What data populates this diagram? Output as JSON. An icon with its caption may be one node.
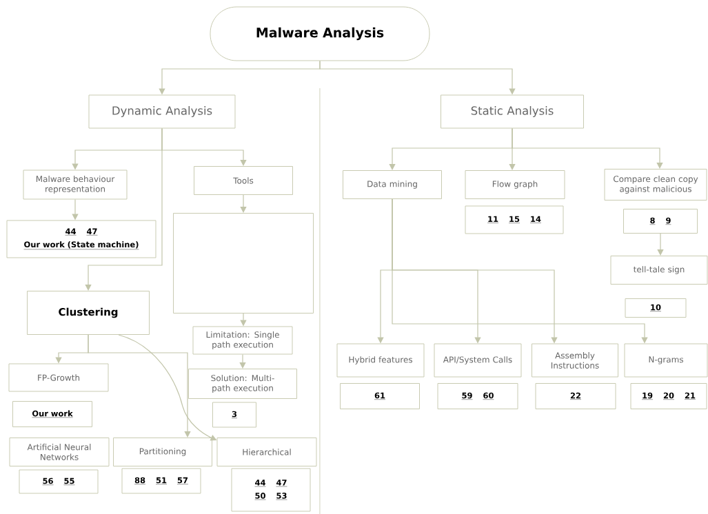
{
  "diagram": {
    "nodes": [
      {
        "text": [
          "Malware Analysis"
        ]
      },
      {
        "text": [
          "Dynamic Analysis"
        ]
      },
      {
        "text": [
          "Static Analysis"
        ]
      },
      {
        "text": [
          "Malware behaviour representation"
        ]
      },
      {
        "text": [
          "Tools"
        ]
      },
      {
        "text": [
          "44",
          "47",
          "Our work (State machine)"
        ]
      },
      {
        "text": [],
        "shape": "box"
      },
      {
        "text": [
          "Clustering"
        ]
      },
      {
        "text": [
          "Limitation: Single path execution"
        ]
      },
      {
        "text": [
          "Solution: Multi-path execution"
        ]
      },
      {
        "text": [
          "3"
        ]
      },
      {
        "text": [
          "FP-Growth"
        ]
      },
      {
        "text": [
          "Our work"
        ]
      },
      {
        "text": [
          "Artificial Neural Networks"
        ]
      },
      {
        "text": [
          "56",
          "55"
        ]
      },
      {
        "text": [
          "Partitioning"
        ]
      },
      {
        "text": [
          "88",
          "51",
          "57"
        ]
      },
      {
        "text": [
          "Hierarchical"
        ]
      },
      {
        "text": [
          "44",
          "47",
          "50",
          "53"
        ]
      },
      {
        "text": [
          "Data mining"
        ]
      },
      {
        "text": [
          "Flow graph"
        ]
      },
      {
        "text": [
          "11",
          "15",
          "14"
        ]
      },
      {
        "text": [
          "Compare clean copy against malicious"
        ]
      },
      {
        "text": [
          "8",
          "9"
        ]
      },
      {
        "text": [
          "tell-tale sign"
        ]
      },
      {
        "text": [
          "10"
        ]
      },
      {
        "text": [
          "Hybrid features"
        ]
      },
      {
        "text": [
          "61"
        ]
      },
      {
        "text": [
          "API/System Calls"
        ]
      },
      {
        "text": [
          "59",
          "60"
        ]
      },
      {
        "text": [
          "Assembly Instructions"
        ]
      },
      {
        "text": [
          "22"
        ]
      },
      {
        "text": [
          "N-grams"
        ]
      },
      {
        "text": [
          "19",
          "20",
          "21"
        ]
      }
    ],
    "edges": [
      {
        "from": 0,
        "to": 1,
        "arrow": "to"
      },
      {
        "from": 0,
        "to": 2,
        "arrow": "to"
      },
      {
        "from": 1,
        "to": 3,
        "arrow": "to"
      },
      {
        "from": 1,
        "to": 4,
        "arrow": "to"
      },
      {
        "from": 1,
        "to": 7,
        "arrow": "to"
      },
      {
        "from": 3,
        "to": 5,
        "arrow": "to"
      },
      {
        "from": 4,
        "to": 6,
        "arrow": "to"
      },
      {
        "from": 6,
        "to": 8,
        "arrow": "to"
      },
      {
        "from": 8,
        "to": 9,
        "arrow": "to"
      },
      {
        "from": 7,
        "to": 11,
        "arrow": "to"
      },
      {
        "from": 7,
        "to": 15,
        "arrow": "to"
      },
      {
        "from": 7,
        "to": 17,
        "arrow": "to"
      },
      {
        "from": 2,
        "to": 19,
        "arrow": "to"
      },
      {
        "from": 2,
        "to": 20,
        "arrow": "to"
      },
      {
        "from": 2,
        "to": 22,
        "arrow": "to"
      },
      {
        "from": 23,
        "to": 24,
        "arrow": "to"
      },
      {
        "from": 19,
        "to": 26,
        "arrow": "to"
      },
      {
        "from": 19,
        "to": 28,
        "arrow": "to"
      },
      {
        "from": 19,
        "to": 30,
        "arrow": "to"
      },
      {
        "from": 19,
        "to": 32,
        "arrow": "to"
      }
    ]
  }
}
